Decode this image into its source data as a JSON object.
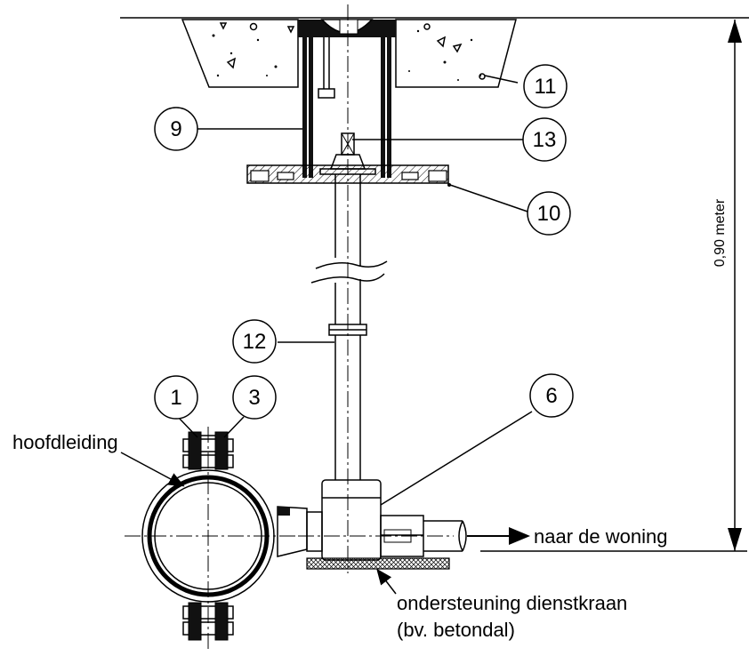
{
  "labels": {
    "n1": "1",
    "n3": "3",
    "n6": "6",
    "n9": "9",
    "n10": "10",
    "n11": "11",
    "n12": "12",
    "n13": "13",
    "main_pipe": "hoofdleiding",
    "to_house": "naar de woning",
    "support_line1": "ondersteuning dienstkraan",
    "support_line2": "(bv. betondal)",
    "depth": "0,90 meter"
  }
}
